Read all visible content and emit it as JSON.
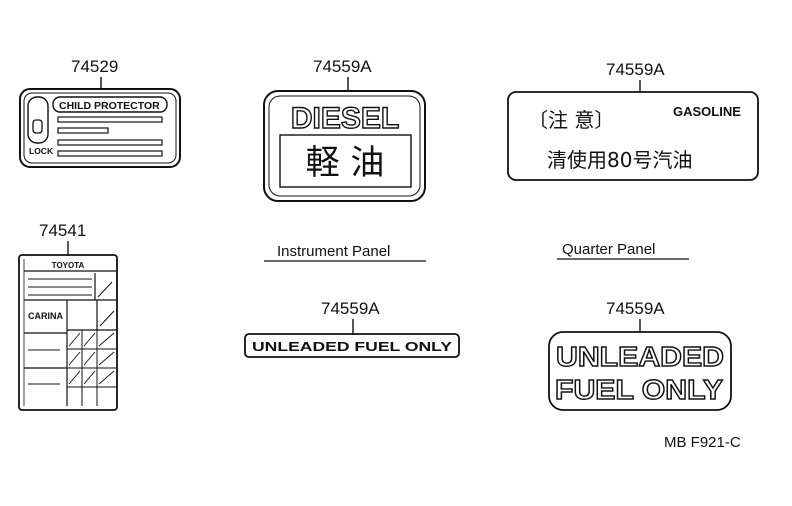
{
  "labels": {
    "child_lock": {
      "part_no": "74529",
      "title": "CHILD PROTECTOR",
      "lock_text": "LOCK"
    },
    "diesel": {
      "part_no": "74559A",
      "line1": "DIESEL",
      "line2": "軽 油"
    },
    "gasoline": {
      "part_no": "74559A",
      "head": "〔注 意〕",
      "fuel": "GASOLINE",
      "body": "清使用80号汽油"
    },
    "tire": {
      "part_no": "74541",
      "brand": "TOYOTA",
      "model": "CARINA"
    },
    "unleaded_small": {
      "part_no": "74559A",
      "text": "UNLEADED FUEL ONLY"
    },
    "unleaded_large": {
      "part_no": "74559A",
      "line1": "UNLEADED",
      "line2": "FUEL ONLY"
    }
  },
  "captions": {
    "instrument_panel": "Instrument Panel",
    "quarter_panel": "Quarter Panel"
  },
  "figure_code": "MB F921-C"
}
